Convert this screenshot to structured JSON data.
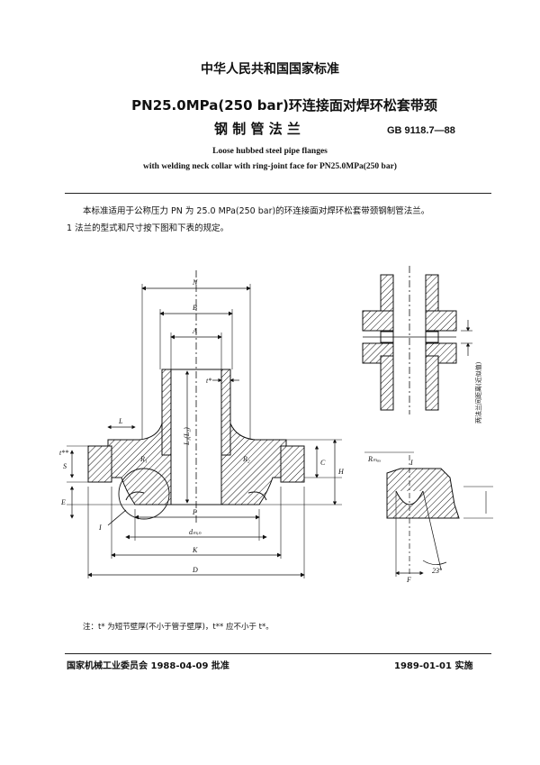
{
  "header": {
    "org_title": "中华人民共和国国家标准",
    "title_line1": "PN25.0MPa(250 bar)环连接面对焊环松套带颈",
    "title_line2": "钢 制 管 法 兰",
    "standard_code": "GB 9118.7—88",
    "english_line1": "Loose hubbed steel pipe flanges",
    "english_line2": "with welding neck collar with ring-joint face for PN25.0MPa(250 bar)"
  },
  "body": {
    "intro": "本标准适用于公称压力 PN 为 25.0 MPa(250 bar)的环连接面对焊环松套带颈钢制管法兰。",
    "clause1": "1  法兰的型式和尺寸按下图和下表的规定。"
  },
  "drawing": {
    "main_labels": {
      "N": "N",
      "B": "B",
      "A": "A",
      "t_star": "t*",
      "L": "L",
      "L1": "L₁(L₂)",
      "R1": "R₁",
      "R2": "R₂",
      "C": "C",
      "H": "H",
      "E": "E",
      "S": "S",
      "t_star2": "t**",
      "P": "P",
      "dmin": "dₘᵢₙ",
      "K": "K",
      "D": "D",
      "I": "I"
    },
    "right_vertical_label": "两法兰间距离(近似值)",
    "detail_labels": {
      "Rmax": "Rₘₐₓ",
      "I": "I",
      "F": "F",
      "angle": "23°"
    }
  },
  "footer": {
    "note": "注：t* 为短节壁厚(不小于管子壁厚)，t** 应不小于 t*。",
    "approval": "国家机械工业委员会 1988-04-09 批准",
    "effective": "1989-01-01 实施"
  }
}
